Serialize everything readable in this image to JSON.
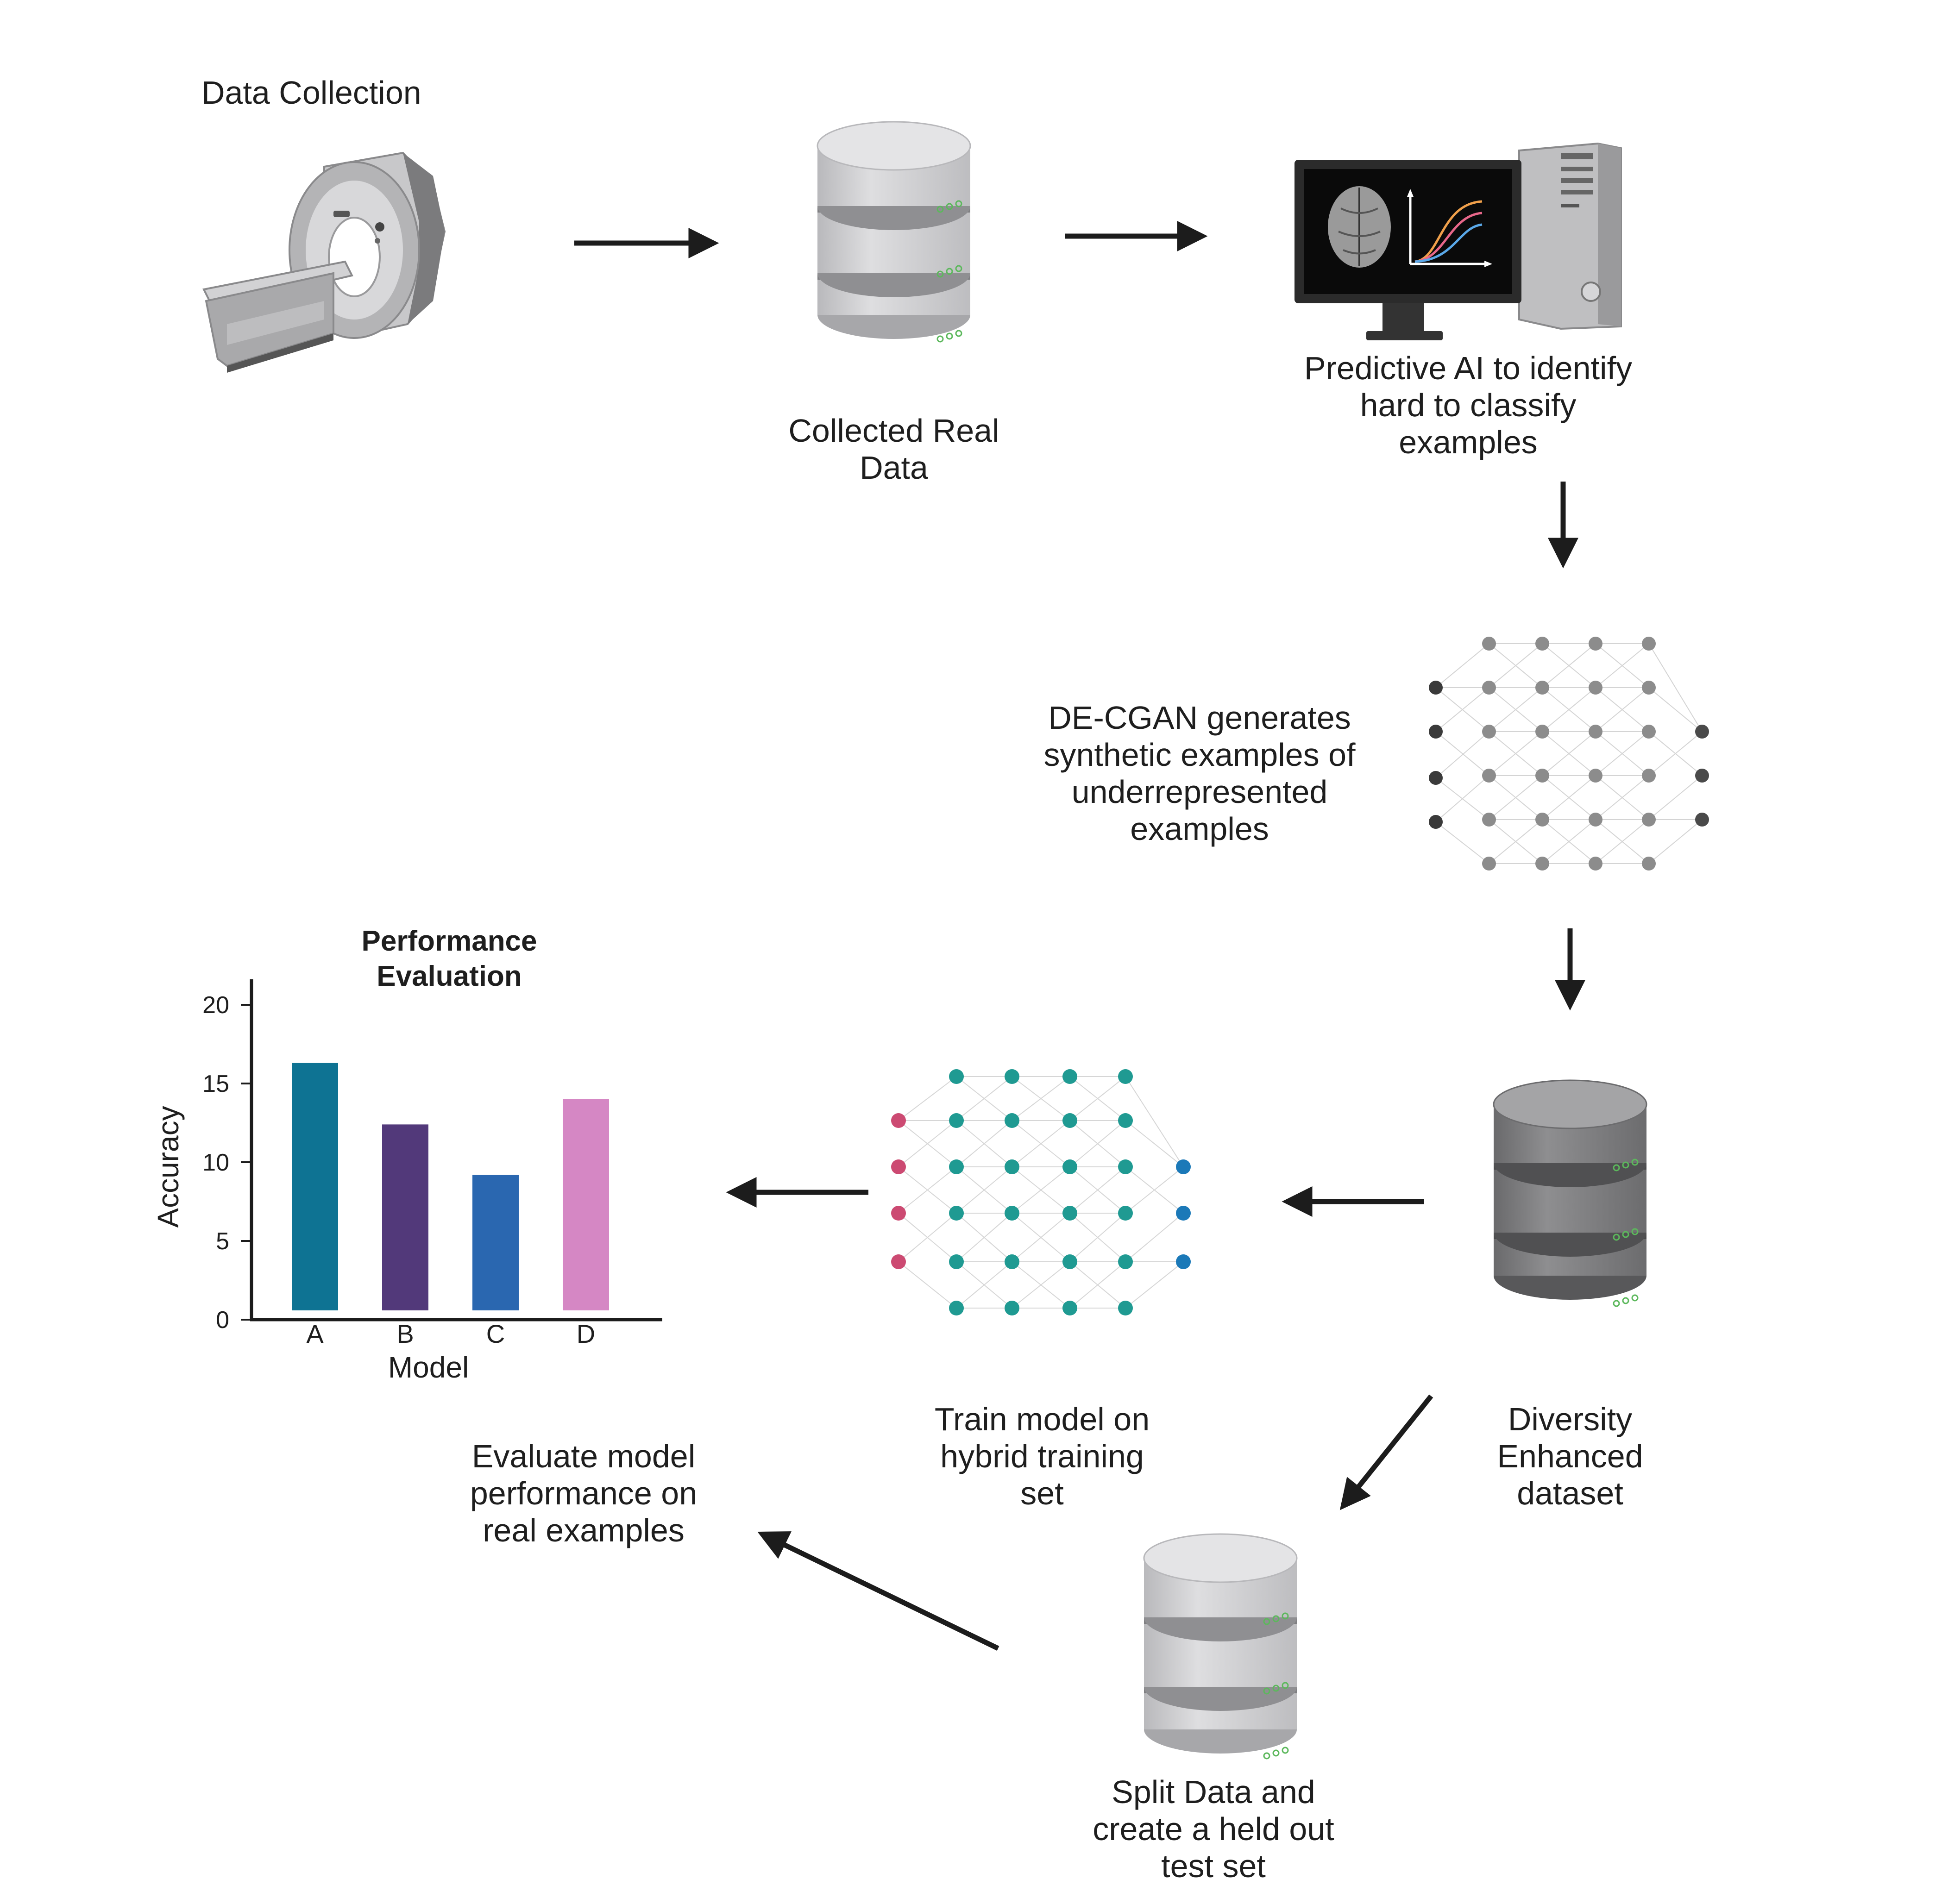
{
  "steps": {
    "data_collection": "Data Collection",
    "collected_real_data": "Collected Real\nData",
    "predictive_ai": "Predictive AI to identify\nhard to classify\nexamples",
    "decgan": "DE-CGAN generates\nsynthetic examples of\nunderrepresented\nexamples",
    "diversity_enhanced": "Diversity\nEnhanced\ndataset",
    "train_model": "Train model on\nhybrid training\nset",
    "evaluate_model": "Evaluate model\nperformance on\nreal examples",
    "split_data": "Split Data and\ncreate a held out\ntest set"
  },
  "colors": {
    "arrow": "#1c1c1c",
    "db_light": "#d2d2d4",
    "db_dark": "#7d7d7f",
    "nn_gray": "#8c8c8c",
    "nn_dark": "#3a3a3a",
    "nn_teal": "#1f9a92",
    "nn_pink": "#cc4a72",
    "nn_blue": "#1b79b8"
  },
  "chart_data": {
    "type": "bar",
    "title": "Performance\nEvaluation",
    "xlabel": "Model",
    "ylabel": "Accuracy",
    "categories": [
      "A",
      "B",
      "C",
      "D"
    ],
    "values": [
      16.3,
      12.4,
      9.2,
      14.0
    ],
    "colors": [
      "#0e7393",
      "#52397a",
      "#2a67b0",
      "#d587c4"
    ],
    "ylim": [
      0,
      20
    ],
    "yticks": [
      0,
      5,
      10,
      15,
      20
    ],
    "grid": false
  }
}
